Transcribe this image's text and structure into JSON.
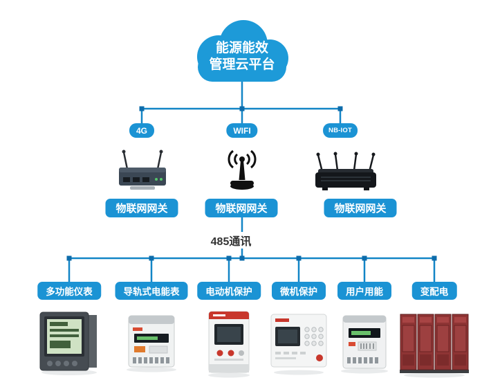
{
  "cloud": {
    "line1": "能源能效",
    "line2": "管理云平台"
  },
  "top_branches": [
    {
      "badge": "4G",
      "gateway_label": "物联网网关"
    },
    {
      "badge": "WIFI",
      "gateway_label": "物联网网关"
    },
    {
      "badge": "NB-IOT",
      "gateway_label": "物联网网关"
    }
  ],
  "bus": {
    "label": "485通讯"
  },
  "bottom_branches": [
    {
      "label": "多功能仪表"
    },
    {
      "label": "导轨式电能表"
    },
    {
      "label": "电动机保护"
    },
    {
      "label": "微机保护"
    },
    {
      "label": "用户用能"
    },
    {
      "label": "变配电"
    }
  ],
  "colors": {
    "primary_blue": "#1b93d4",
    "line_blue": "#1285c6",
    "node_blue": "#0d6cab",
    "cloud_blue": "#1d9ad8",
    "accent_red": "#c8372c"
  }
}
